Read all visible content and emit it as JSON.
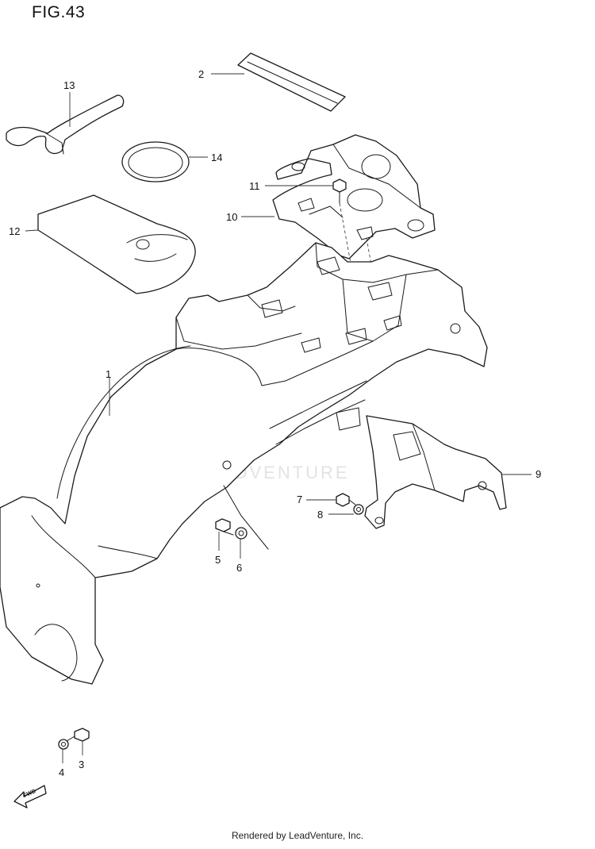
{
  "figure": {
    "title": "FIG.43",
    "footer": "Rendered by LeadVenture, Inc.",
    "watermark": "LEADVENTURE",
    "fwd_label": "FWD"
  },
  "callouts": [
    {
      "id": "1",
      "label": "1"
    },
    {
      "id": "2",
      "label": "2"
    },
    {
      "id": "3",
      "label": "3"
    },
    {
      "id": "4",
      "label": "4"
    },
    {
      "id": "5",
      "label": "5"
    },
    {
      "id": "6",
      "label": "6"
    },
    {
      "id": "7",
      "label": "7"
    },
    {
      "id": "8",
      "label": "8"
    },
    {
      "id": "9",
      "label": "9"
    },
    {
      "id": "10",
      "label": "10"
    },
    {
      "id": "11",
      "label": "11"
    },
    {
      "id": "12",
      "label": "12"
    },
    {
      "id": "13",
      "label": "13"
    },
    {
      "id": "14",
      "label": "14"
    }
  ]
}
